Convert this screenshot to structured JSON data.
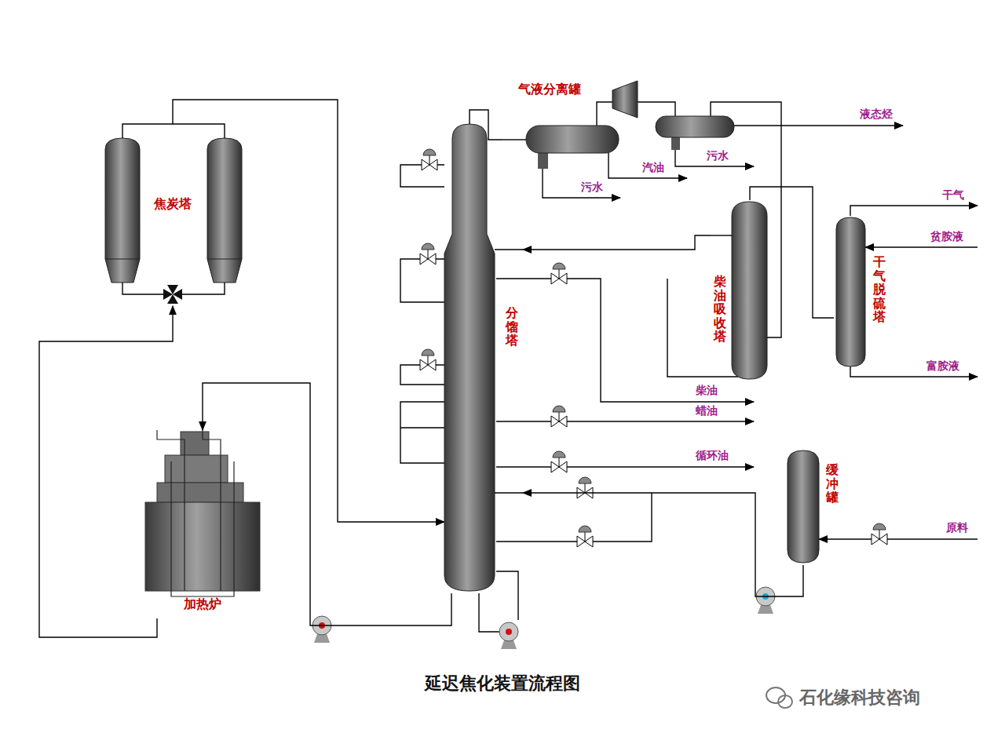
{
  "diagram": {
    "title": "延迟焦化装置流程图",
    "nodes": [
      {
        "text": [
          "焦炭塔"
        ]
      },
      {
        "text": [
          "加热炉"
        ]
      },
      {
        "text": [
          "分馏塔"
        ]
      },
      {
        "text": [
          "气液分离罐"
        ]
      },
      {
        "text": [
          "柴油吸收塔"
        ]
      },
      {
        "text": [
          "干气脱硫塔"
        ]
      },
      {
        "text": [
          "缓冲罐"
        ]
      }
    ],
    "edges": [
      {
        "from": 1,
        "to": 0,
        "arrow": "to"
      },
      {
        "from": 0,
        "to": 2,
        "arrow": "to"
      },
      {
        "from": 2,
        "to": 1,
        "arrow": "to"
      },
      {
        "from": 2,
        "to": 3,
        "arrow": "none"
      },
      {
        "from": 6,
        "to": 2,
        "arrow": "to"
      },
      {
        "from": 4,
        "to": 2,
        "arrow": "to"
      },
      {
        "from": 4,
        "to": 5,
        "arrow": "none"
      }
    ],
    "labels": [
      "液态烃",
      "污水",
      "汽油",
      "污水",
      "干气",
      "贫胺液",
      "富胺液",
      "柴油",
      "蜡油",
      "循环油",
      "原料",
      "石化缘科技咨询"
    ]
  }
}
